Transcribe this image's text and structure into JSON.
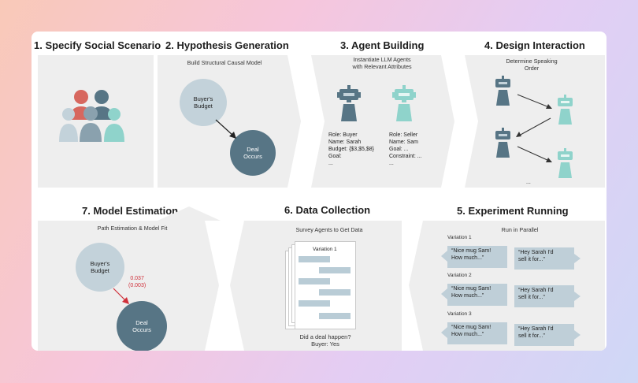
{
  "sections": {
    "s1": {
      "title": "1. Specify Social Scenario"
    },
    "s2": {
      "title": "2. Hypothesis Generation",
      "subtitle": "Build Structural Causal Model",
      "node_budget": "Buyer's\nBudget",
      "node_deal": "Deal\nOccurs"
    },
    "s3": {
      "title": "3. Agent Building",
      "subtitle": "Instantiate LLM Agents\nwith Relevant Attributes",
      "buyer_lines": [
        "Role: Buyer",
        "Name: Sarah",
        "Budget: {$3,$5,$8}",
        "Goal:",
        "..."
      ],
      "seller_lines": [
        "Role: Seller",
        "Name: Sam",
        "Goal: ...",
        "Constraint: ...",
        "..."
      ]
    },
    "s4": {
      "title": "4. Design Interaction",
      "subtitle": "Determine Speaking\nOrder",
      "ellipsis": "..."
    },
    "s5": {
      "title": "5. Experiment Running",
      "subtitle": "Run in Parallel",
      "variations": [
        {
          "label": "Variation 1",
          "buyer": "“Nice mug Sam!\nHow much...”",
          "seller": "“Hey Sarah I'd\nsell it for...”"
        },
        {
          "label": "Variation 2",
          "buyer": "“Nice mug Sam!\nHow much...”",
          "seller": "“Hey Sarah I'd\nsell it for...”"
        },
        {
          "label": "Variation 3",
          "buyer": "“Nice mug Sam!\nHow much...”",
          "seller": "“Hey Sarah I'd\nsell it for...”"
        }
      ]
    },
    "s6": {
      "title": "6. Data Collection",
      "subtitle": "Survey Agents to Get Data",
      "sheet_label": "Variation 1",
      "caption": "Did a deal happen?\nBuyer: Yes"
    },
    "s7": {
      "title": "7. Model Estimation",
      "subtitle": "Path Estimation & Model Fit",
      "node_budget": "Buyer's\nBudget",
      "node_deal": "Deal\nOccurs",
      "coef": "0.037\n(0.003)"
    }
  },
  "colors": {
    "dark": "#577585",
    "light": "#c3d2da",
    "teal": "#8fd3cb",
    "red": "#d0303a",
    "coral": "#d7675e"
  }
}
